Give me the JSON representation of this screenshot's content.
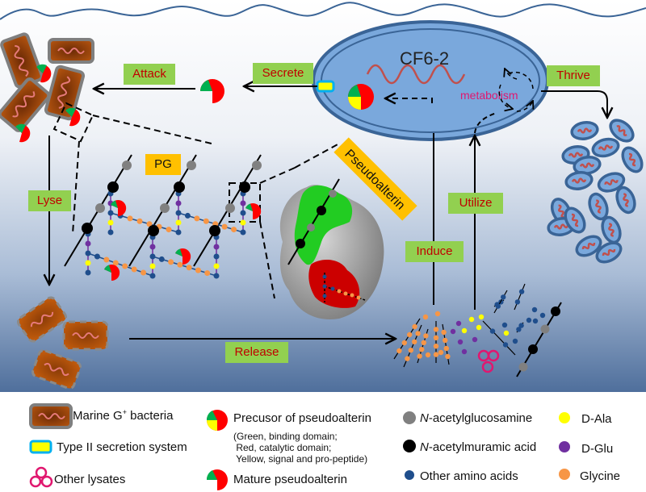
{
  "diagram": {
    "cell_name": "CF6-2",
    "metabolism_label": "metabolism",
    "pg_label": "PG",
    "protein_label": "Pseudoalterin",
    "process_labels": {
      "attack": "Attack",
      "secrete": "Secrete",
      "thrive": "Thrive",
      "lyse": "Lyse",
      "induce": "Induce",
      "utilize": "Utilize",
      "release": "Release"
    },
    "colors": {
      "label_bg": "#92d050",
      "label_text": "#c00000",
      "pg_bg": "#ffc000",
      "cell_fill": "#7aa8dc",
      "cell_border": "#3a6496",
      "bacteria_fill": "#8b3a0f",
      "wave": "#3a6496",
      "green_domain": "#00b050",
      "red_domain": "#ff0000",
      "yellow_domain": "#ffff00",
      "nag": "#808080",
      "nam": "#000000",
      "amino": "#1f4e8c",
      "dala": "#ffff00",
      "dglu": "#7030a0",
      "glycine": "#f79646",
      "lysate": "#e0176f"
    }
  },
  "legend": {
    "items": [
      {
        "name": "marine-bacteria",
        "label_pre": "Marine G",
        "label_sup": "+",
        "label_post": " bacteria"
      },
      {
        "name": "secretion-system",
        "label": "Type II secretion system"
      },
      {
        "name": "other-lysates",
        "label": "Other lysates"
      },
      {
        "name": "precursor",
        "label": "Precusor of pseudoalterin"
      },
      {
        "name": "precursor-note",
        "lines": [
          "(Green, binding domain;",
          " Red, catalytic domain;",
          " Yellow, signal and pro-peptide)"
        ]
      },
      {
        "name": "mature",
        "label": "Mature pseudoalterin"
      },
      {
        "name": "nag",
        "label_italic": "N",
        "label": "-acetylglucosamine"
      },
      {
        "name": "nam",
        "label_italic": "N",
        "label": "-acetylmuramic acid"
      },
      {
        "name": "other-amino",
        "label": "Other amino acids"
      },
      {
        "name": "dala",
        "label": "D-Ala"
      },
      {
        "name": "dglu",
        "label": "D-Glu"
      },
      {
        "name": "glycine",
        "label": "Glycine"
      }
    ]
  }
}
